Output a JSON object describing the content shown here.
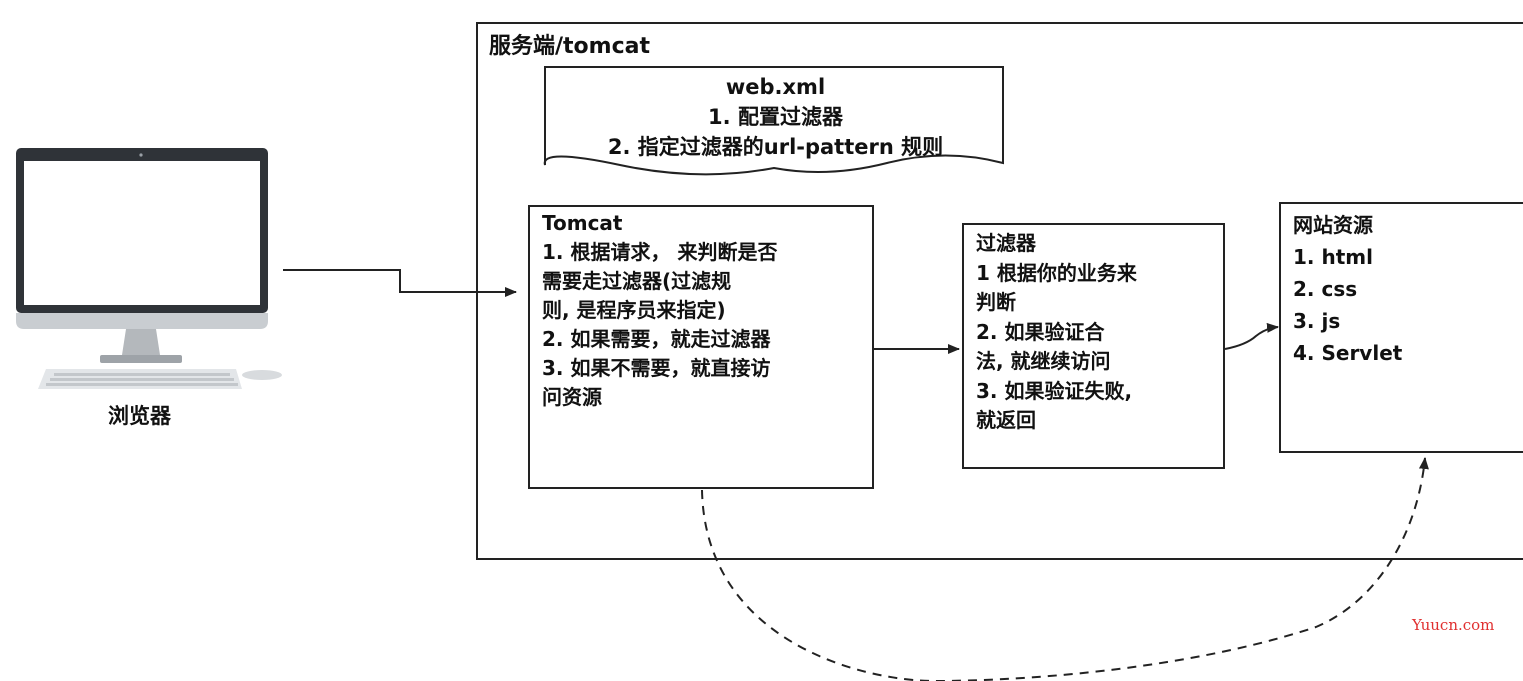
{
  "server": {
    "title": "服务端/tomcat"
  },
  "webxml": {
    "lines": [
      "web.xml",
      "1. 配置过滤器",
      "2. 指定过滤器的url-pattern 规则"
    ]
  },
  "tomcat": {
    "lines": [
      "Tomcat",
      "1. 根据请求， 来判断是否",
      "需要走过滤器(过滤规",
      "则, 是程序员来指定)",
      "2. 如果需要，就走过滤器",
      "3. 如果不需要，就直接访",
      "问资源"
    ]
  },
  "filter": {
    "lines": [
      "过滤器",
      "1 根据你的业务来",
      "判断",
      "2. 如果验证合",
      "法, 就继续访问",
      "3. 如果验证失败,",
      "就返回"
    ]
  },
  "resources": {
    "lines": [
      "网站资源",
      "1. html",
      "2. css",
      "3. js",
      "4. Servlet"
    ]
  },
  "browser": {
    "label": "浏览器"
  },
  "watermark": "Yuucn.com"
}
